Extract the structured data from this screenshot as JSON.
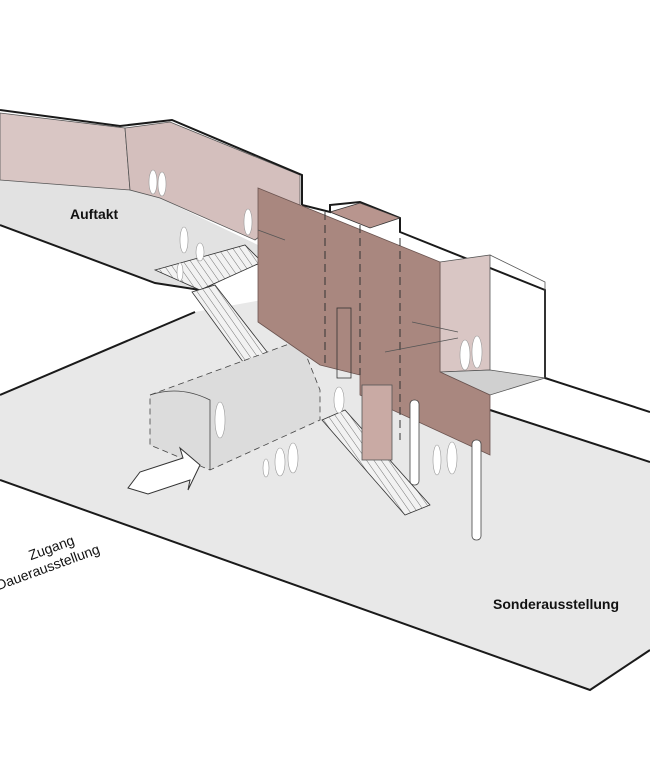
{
  "labels": {
    "upper_area": "Auftakt",
    "special_exhibition": "Sonderausstellung",
    "access_line1": "Zugang",
    "access_line2": "Dauerausstellung"
  },
  "colors": {
    "floor": "#e6e6e6",
    "wall": "#d9c6c4",
    "panel": "#a9877f",
    "line": "#1a1a1a"
  }
}
